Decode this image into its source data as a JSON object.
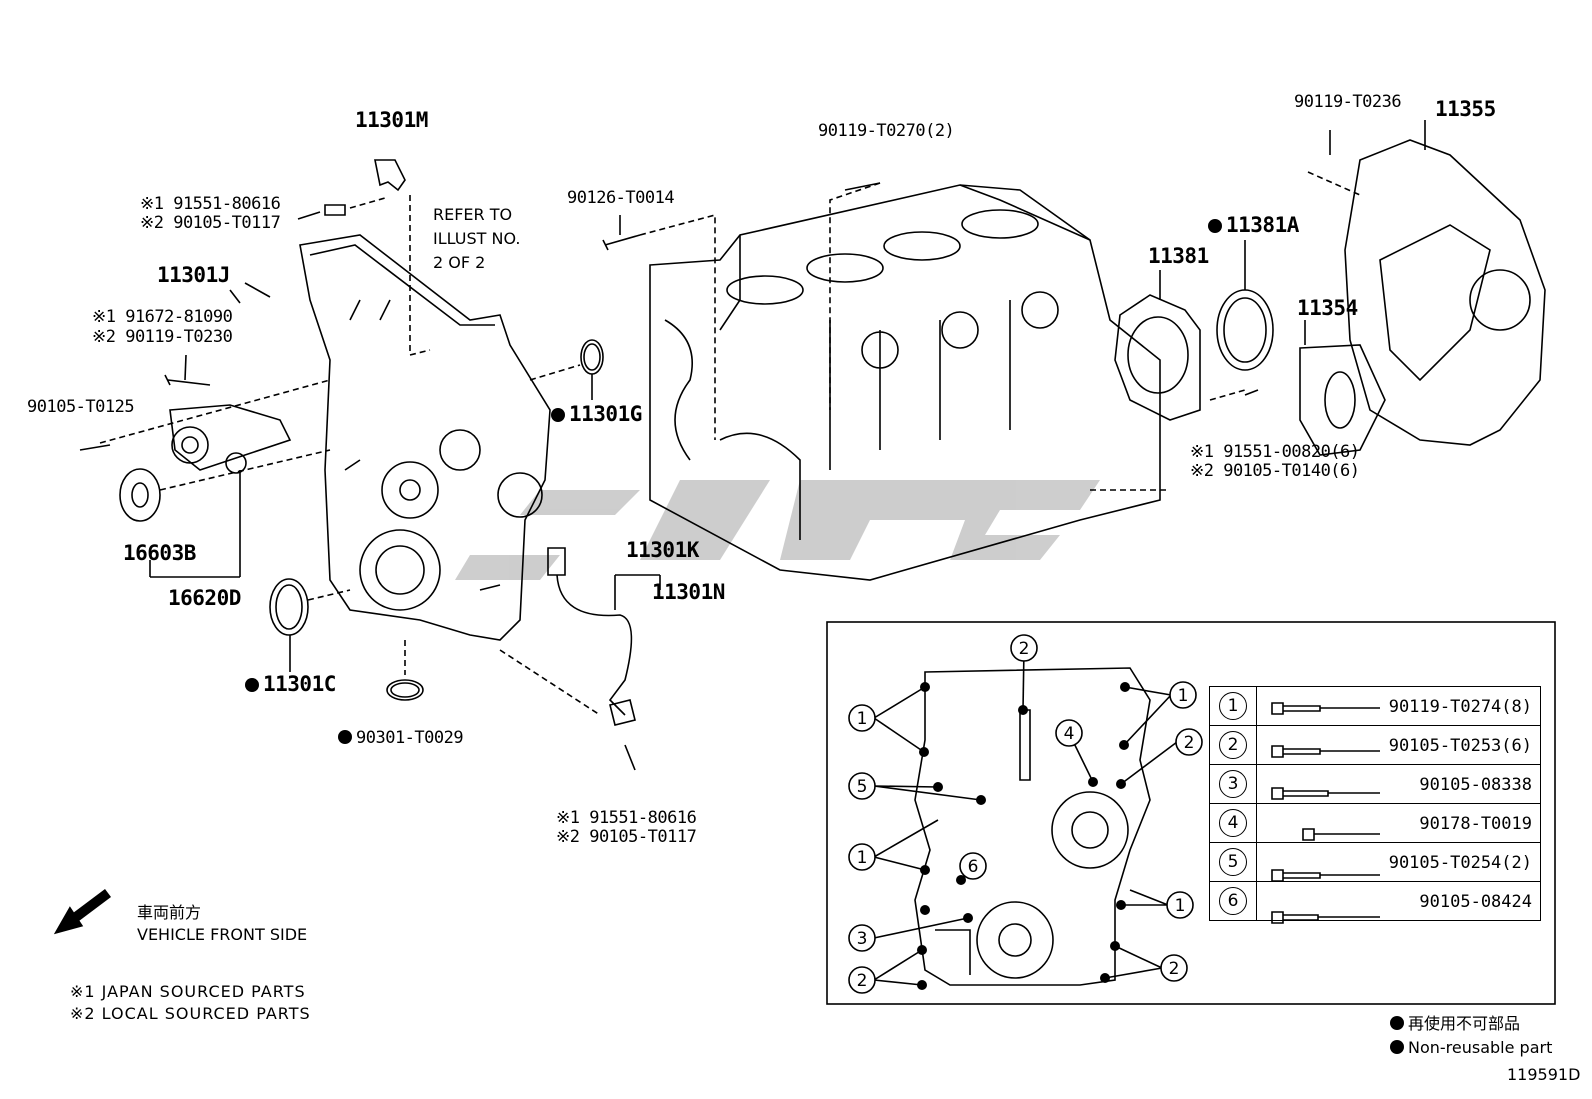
{
  "parts": {
    "p11301M": "11301M",
    "p11301J": "11301J",
    "p16603B": "16603B",
    "p16620D": "16620D",
    "p11301C": "11301C",
    "p90301": "90301-T0029",
    "p11301G": "11301G",
    "p90126": "90126-T0014",
    "p90119_0270": "90119-T0270(2)",
    "p11301K": "11301K",
    "p11301N": "11301N",
    "p11381": "11381",
    "p11381A": "11381A",
    "p11354": "11354",
    "p11355": "11355",
    "p90119_0236": "90119-T0236",
    "p90105_T0125": "90105-T0125"
  },
  "alt_parts": {
    "top_a": "※1 91551-80616",
    "top_b": "※2 90105-T0117",
    "mid_a": "※1 91672-81090",
    "mid_b": "※2 90119-T0230",
    "bot_a": "※1 91551-80616",
    "bot_b": "※2 90105-T0117",
    "right_a": "※1 91551-00820(6)",
    "right_b": "※2 90105-T0140(6)"
  },
  "refer_note": [
    "REFER TO",
    "ILLUST NO.",
    "2 OF 2"
  ],
  "direction": {
    "jp": "車両前方",
    "en": "VEHICLE FRONT SIDE"
  },
  "sourcing": {
    "s1": "※1 JAPAN SOURCED PARTS",
    "s2": "※2 LOCAL SOURCED PARTS"
  },
  "legend": {
    "jp": "再使用不可部品",
    "en": "Non-reusable part"
  },
  "illustration_id": "119591D",
  "bolt_table": [
    {
      "num": "1",
      "part": "90119-T0274(8)"
    },
    {
      "num": "2",
      "part": "90105-T0253(6)"
    },
    {
      "num": "3",
      "part": "90105-08338"
    },
    {
      "num": "4",
      "part": "90178-T0019"
    },
    {
      "num": "5",
      "part": "90105-T0254(2)"
    },
    {
      "num": "6",
      "part": "90105-08424"
    }
  ],
  "inset_callouts": [
    "2",
    "1",
    "1",
    "4",
    "2",
    "5",
    "1",
    "6",
    "1",
    "3",
    "2",
    "2"
  ]
}
